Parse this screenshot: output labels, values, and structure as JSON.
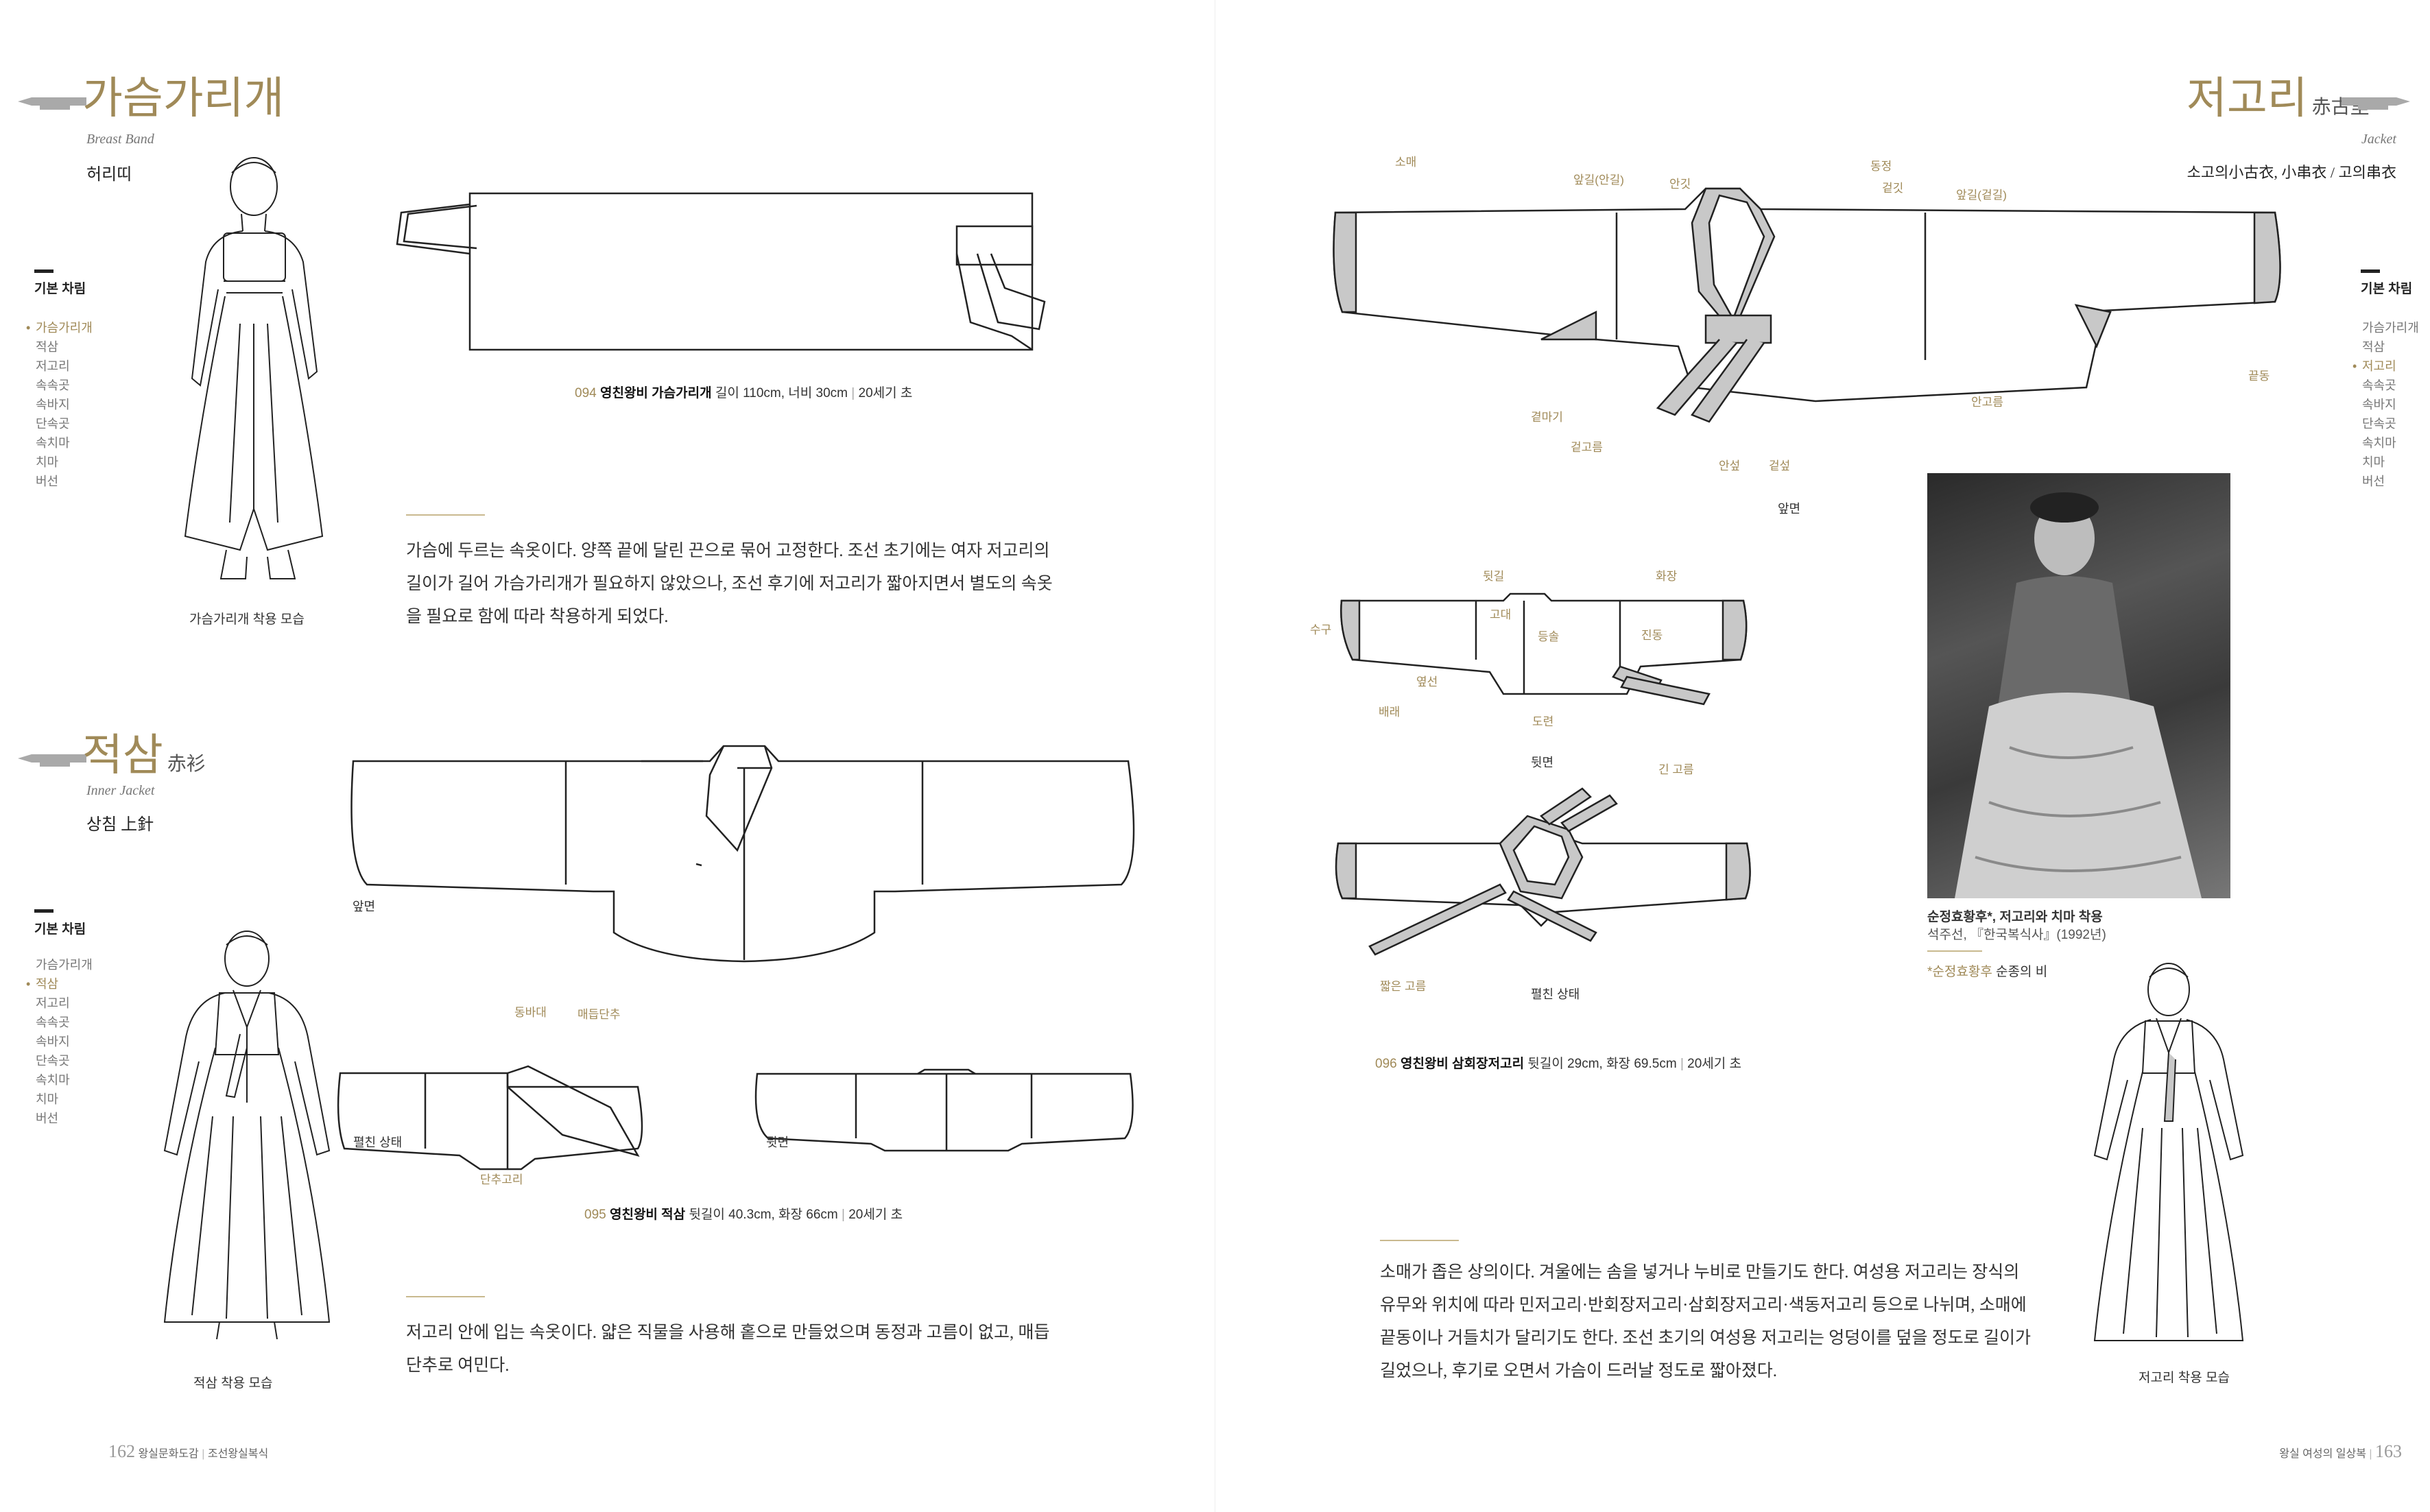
{
  "left": {
    "breast_band": {
      "title": "가슴가리개",
      "en": "Breast Band",
      "ko_alt": "허리띠",
      "nav_head": "기본 차림",
      "nav": [
        "가슴가리개",
        "적삼",
        "저고리",
        "속속곳",
        "속바지",
        "단속곳",
        "속치마",
        "치마",
        "버선"
      ],
      "figure_caption": "가슴가리개 착용 모습",
      "item_caption": {
        "no": "094",
        "name": "영친왕비 가슴가리개",
        "dims": "길이 110cm, 너비 30cm",
        "sep": "|",
        "era": "20세기 초"
      },
      "body": "가슴에 두르는 속옷이다. 양쪽 끝에 달린 끈으로 묶어 고정한다. 조선 초기에는 여자 저고리의 길이가 길어 가슴가리개가 필요하지 않았으나, 조선 후기에 저고리가 짧아지면서 별도의 속옷을 필요로 함에 따라 착용하게 되었다."
    },
    "inner_jacket": {
      "title": "적삼",
      "hanja": "赤衫",
      "en": "Inner Jacket",
      "ko_alt": "상침 上針",
      "nav_head": "기본 차림",
      "nav": [
        "가슴가리개",
        "적삼",
        "저고리",
        "속속곳",
        "속바지",
        "단속곳",
        "속치마",
        "치마",
        "버선"
      ],
      "figure_caption": "적삼 착용 모습",
      "labels": {
        "front": "앞면",
        "open": "펼친 상태",
        "back": "뒷면",
        "band": "동바대",
        "button": "매듭단추",
        "loop": "단추고리"
      },
      "item_caption": {
        "no": "095",
        "name": "영친왕비 적삼",
        "dims": "뒷길이 40.3cm, 화장 66cm",
        "sep": "|",
        "era": "20세기 초"
      },
      "body": "저고리 안에 입는 속옷이다. 얇은 직물을 사용해 홑으로 만들었으며 동정과 고름이 없고, 매듭단추로 여민다."
    },
    "footer": {
      "page": "162",
      "book": "왕실문화도감",
      "sep": "|",
      "section": "조선왕실복식"
    }
  },
  "right": {
    "jacket": {
      "title": "저고리",
      "hanja": "赤古里",
      "en": "Jacket",
      "ko_alt": "소고의小古衣, 小串衣 / 고의串衣",
      "nav_head": "기본 차림",
      "nav": [
        "가슴가리개",
        "적삼",
        "저고리",
        "속속곳",
        "속바지",
        "단속곳",
        "속치마",
        "치마",
        "버선"
      ],
      "front_labels": {
        "sleeve": "소매",
        "front_left": "앞길(안길)",
        "inner_gusset": "안깃",
        "collar_trim": "동정",
        "collar": "겉깃",
        "front_right": "앞길(겉길)",
        "cuff": "끝동",
        "armpit": "곁마기",
        "outer_tie": "겉고름",
        "inner_tie": "안고름",
        "inner_sop": "안섶",
        "outer_sop": "겉섶"
      },
      "front_caption": "앞면",
      "back_labels": {
        "back_length": "뒷길",
        "sleeve_length": "화장",
        "cuff_width": "수구",
        "collar_back": "고대",
        "seam": "등솔",
        "shoulder": "진동",
        "side_seam": "옆선",
        "hem": "배래",
        "bottom": "도련"
      },
      "back_caption": "뒷면",
      "open_labels": {
        "long_tie": "긴 고름",
        "short_tie": "짧은 고름"
      },
      "open_caption": "펼친 상태",
      "item_caption": {
        "no": "096",
        "name": "영친왕비 삼회장저고리",
        "dims": "뒷길이 29cm, 화장 69.5cm",
        "sep": "|",
        "era": "20세기 초"
      },
      "photo_caption": {
        "title": "순정효황후*, 저고리와 치마 착용",
        "source": "석주선, 『한국복식사』(1992년)",
        "note_label": "*순정효황후",
        "note": "순종의 비"
      },
      "figure_caption": "저고리 착용 모습",
      "body": "소매가 좁은 상의이다. 겨울에는 솜을 넣거나 누비로 만들기도 한다. 여성용 저고리는 장식의 유무와 위치에 따라 민저고리·반회장저고리·삼회장저고리·색동저고리 등으로 나뉘며, 소매에 끝동이나 거들치가 달리기도 한다. 조선 초기의 여성용 저고리는 엉덩이를 덮을 정도로 길이가 길었으나, 후기로 오면서 가슴이 드러날 정도로 짧아졌다."
    },
    "footer": {
      "section": "왕실 여성의 일상복",
      "sep": "|",
      "page": "163"
    }
  },
  "colors": {
    "accent": "#a08a58",
    "fabric_trim": "#c8c8c8",
    "line": "#222222"
  }
}
